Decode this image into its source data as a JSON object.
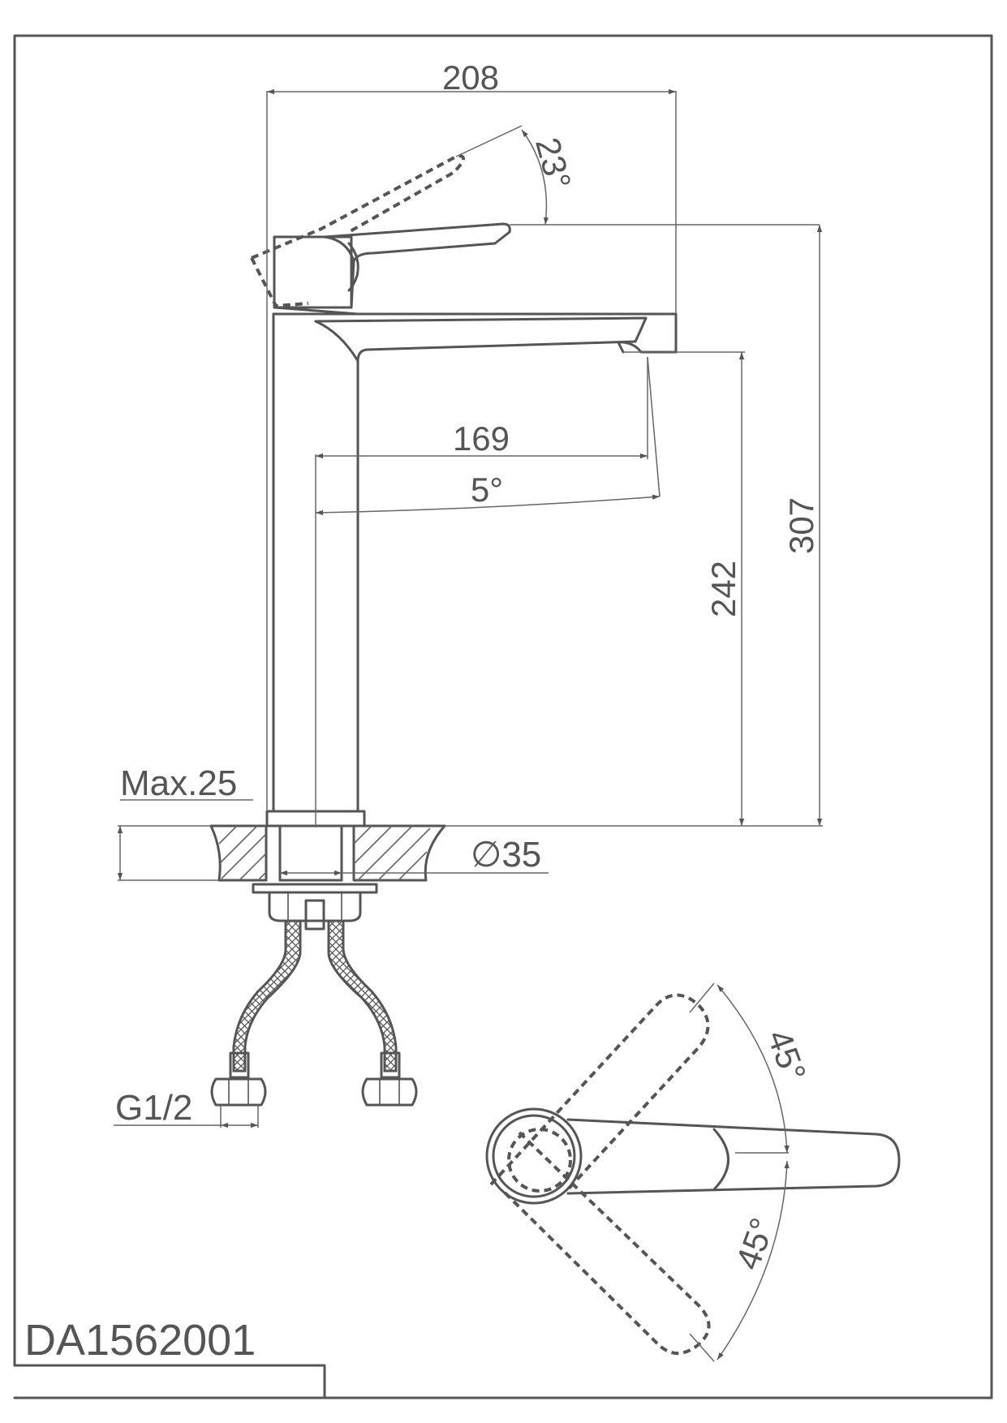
{
  "title_block": {
    "model": "DA1562001"
  },
  "dimensions": {
    "overall_length": "208",
    "handle_angle_up": "23°",
    "overall_height": "307",
    "spout_height": "242",
    "spout_reach": "169",
    "spout_angle": "5°",
    "max_thickness": "Max.25",
    "hole_diameter": "∅35",
    "thread": "G1/2",
    "rotation_angle_left": "45°",
    "rotation_angle_right": "45°"
  },
  "colors": {
    "line": "#555555",
    "background": "#ffffff"
  }
}
